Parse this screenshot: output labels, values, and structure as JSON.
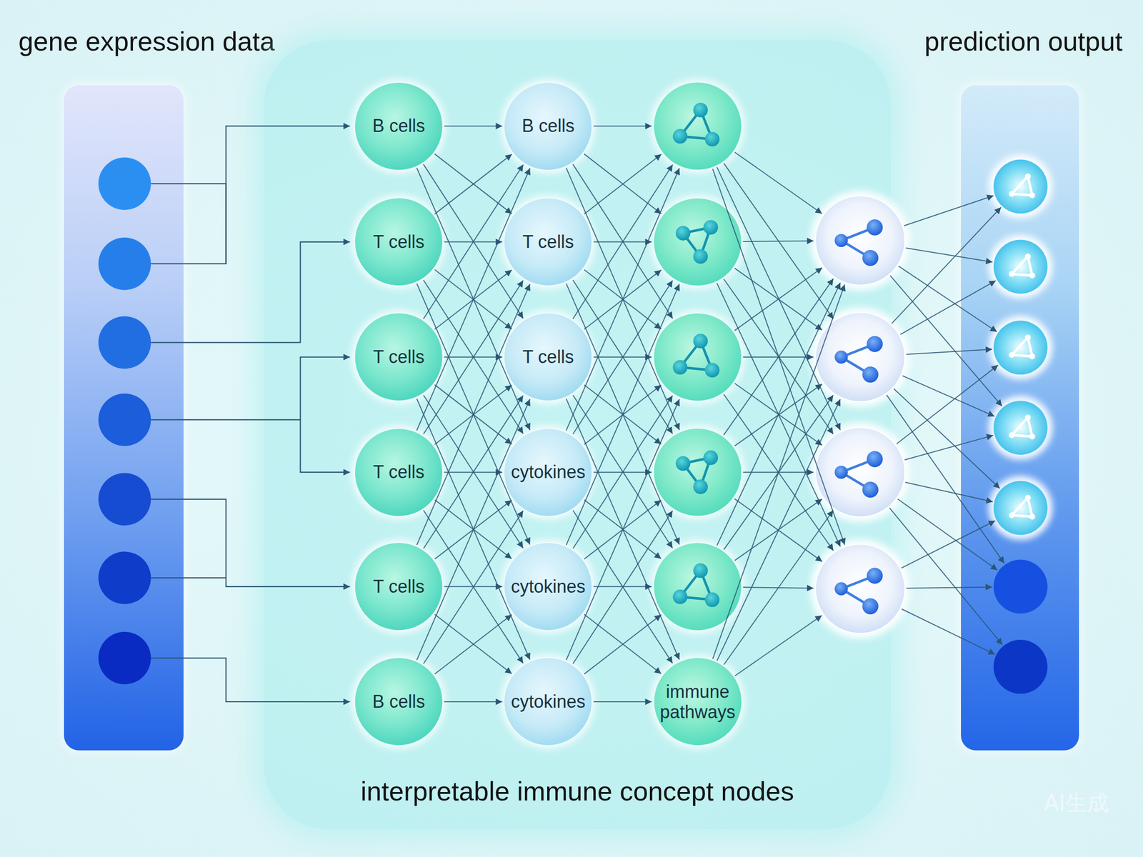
{
  "diagram": {
    "nodes": [
      {
        "text": [
          "gene expression data"
        ]
      },
      {
        "text": [
          "interpretable immune concept nodes"
        ]
      },
      {
        "text": [
          "B cells"
        ],
        "in": 1
      },
      {
        "text": [
          "T cells"
        ],
        "in": 1
      },
      {
        "text": [
          "T cells"
        ],
        "in": 1
      },
      {
        "text": [
          "T cells"
        ],
        "in": 1
      },
      {
        "text": [
          "T cells"
        ],
        "in": 1
      },
      {
        "text": [
          "B cells"
        ],
        "in": 1
      },
      {
        "text": [
          "B cells"
        ],
        "in": 1
      },
      {
        "text": [
          "T cells"
        ],
        "in": 1
      },
      {
        "text": [
          "T cells"
        ],
        "in": 1
      },
      {
        "text": [
          "cytokines"
        ],
        "in": 1
      },
      {
        "text": [
          "cytokines"
        ],
        "in": 1
      },
      {
        "text": [
          "cytokines"
        ],
        "in": 1
      },
      {
        "text": [
          "immune pathways"
        ],
        "in": 1
      },
      {
        "text": [
          "prediction output"
        ]
      }
    ],
    "edges": [
      {
        "from": 2,
        "to": 8,
        "arrow": "to"
      },
      {
        "from": 2,
        "to": 9,
        "arrow": "to"
      },
      {
        "from": 2,
        "to": 10,
        "arrow": "to"
      },
      {
        "from": 2,
        "to": 11,
        "arrow": "to"
      },
      {
        "from": 3,
        "to": 8,
        "arrow": "to"
      },
      {
        "from": 3,
        "to": 9,
        "arrow": "to"
      },
      {
        "from": 3,
        "to": 10,
        "arrow": "to"
      },
      {
        "from": 3,
        "to": 11,
        "arrow": "to"
      },
      {
        "from": 3,
        "to": 12,
        "arrow": "to"
      },
      {
        "from": 4,
        "to": 8,
        "arrow": "to"
      },
      {
        "from": 4,
        "to": 9,
        "arrow": "to"
      },
      {
        "from": 4,
        "to": 10,
        "arrow": "to"
      },
      {
        "from": 4,
        "to": 11,
        "arrow": "to"
      },
      {
        "from": 4,
        "to": 12,
        "arrow": "to"
      },
      {
        "from": 4,
        "to": 13,
        "arrow": "to"
      },
      {
        "from": 5,
        "to": 8,
        "arrow": "to"
      },
      {
        "from": 5,
        "to": 9,
        "arrow": "to"
      },
      {
        "from": 5,
        "to": 10,
        "arrow": "to"
      },
      {
        "from": 5,
        "to": 11,
        "arrow": "to"
      },
      {
        "from": 5,
        "to": 12,
        "arrow": "to"
      },
      {
        "from": 5,
        "to": 13,
        "arrow": "to"
      },
      {
        "from": 6,
        "to": 9,
        "arrow": "to"
      },
      {
        "from": 6,
        "to": 10,
        "arrow": "to"
      },
      {
        "from": 6,
        "to": 11,
        "arrow": "to"
      },
      {
        "from": 6,
        "to": 12,
        "arrow": "to"
      },
      {
        "from": 6,
        "to": 13,
        "arrow": "to"
      },
      {
        "from": 7,
        "to": 10,
        "arrow": "to"
      },
      {
        "from": 7,
        "to": 11,
        "arrow": "to"
      },
      {
        "from": 7,
        "to": 12,
        "arrow": "to"
      },
      {
        "from": 7,
        "to": 13,
        "arrow": "to"
      },
      {
        "from": 10,
        "to": 14,
        "arrow": "to"
      },
      {
        "from": 11,
        "to": 14,
        "arrow": "to"
      },
      {
        "from": 12,
        "to": 14,
        "arrow": "to"
      },
      {
        "from": 13,
        "to": 14,
        "arrow": "to"
      }
    ],
    "labels": [
      "AI生成"
    ]
  }
}
